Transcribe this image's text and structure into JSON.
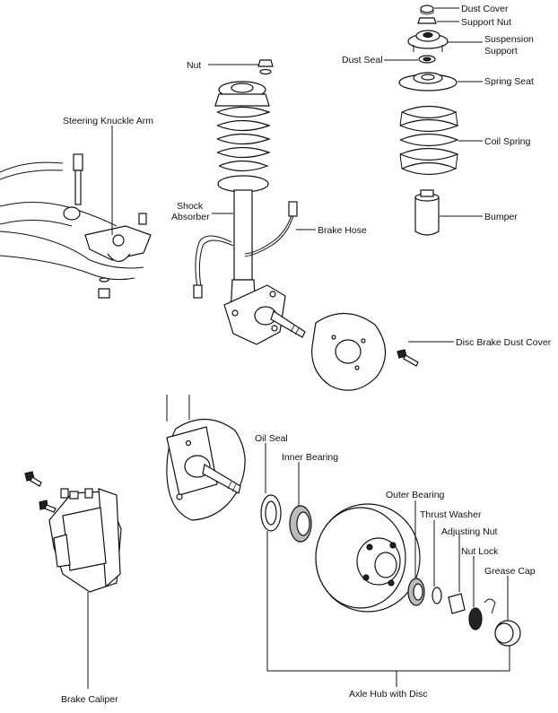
{
  "labels": {
    "dust_cover": "Dust Cover",
    "support_nut": "Support Nut",
    "suspension_support_l1": "Suspension",
    "suspension_support_l2": "Support",
    "dust_seal": "Dust Seal",
    "spring_seat": "Spring Seat",
    "coil_spring": "Coil Spring",
    "bumper": "Bumper",
    "nut": "Nut",
    "steering_knuckle_arm": "Steering Knuckle Arm",
    "shock_absorber_l1": "Shock",
    "shock_absorber_l2": "Absorber",
    "brake_hose": "Brake Hose",
    "disc_brake_dust_cover": "Disc Brake Dust Cover",
    "oil_seal": "Oil Seal",
    "inner_bearing": "Inner Bearing",
    "outer_bearing": "Outer Bearing",
    "thrust_washer": "Thrust Washer",
    "adjusting_nut": "Adjusting Nut",
    "nut_lock": "Nut Lock",
    "grease_cap": "Grease Cap",
    "brake_caliper": "Brake Caliper",
    "axle_hub_with_disc": "Axle Hub with Disc"
  }
}
